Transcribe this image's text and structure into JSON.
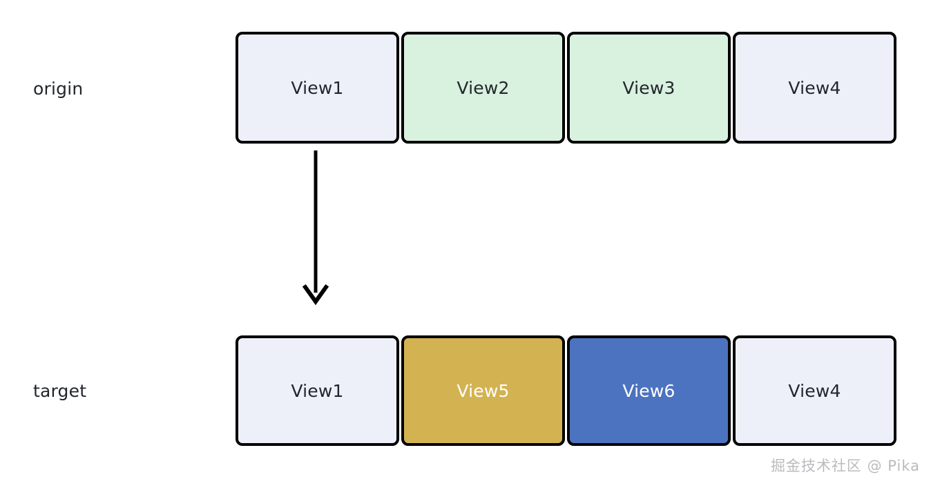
{
  "diagram": {
    "type": "before-after-view-hierarchy",
    "rows": [
      {
        "id": "origin",
        "label": "origin",
        "boxes": [
          {
            "label": "View1",
            "fill": "#edf0f8",
            "text_color": "#22262b",
            "style": "pale"
          },
          {
            "label": "View2",
            "fill": "#d9f1df",
            "text_color": "#22262b",
            "style": "green"
          },
          {
            "label": "View3",
            "fill": "#d9f1df",
            "text_color": "#22262b",
            "style": "green"
          },
          {
            "label": "View4",
            "fill": "#edf0f8",
            "text_color": "#22262b",
            "style": "pale"
          }
        ]
      },
      {
        "id": "target",
        "label": "target",
        "boxes": [
          {
            "label": "View1",
            "fill": "#edf0f8",
            "text_color": "#22262b",
            "style": "pale"
          },
          {
            "label": "View5",
            "fill": "#d3b251",
            "text_color": "#ffffff",
            "style": "gold"
          },
          {
            "label": "View6",
            "fill": "#4c73bf",
            "text_color": "#ffffff",
            "style": "blue"
          },
          {
            "label": "View4",
            "fill": "#edf0f8",
            "text_color": "#22262b",
            "style": "pale"
          }
        ]
      }
    ],
    "arrow": {
      "name": "down-arrow",
      "direction": "down",
      "color": "#000000",
      "from_row": "origin",
      "to_row": "target"
    },
    "colors": {
      "border": "#000000",
      "background": "#ffffff",
      "pale": "#edf0f8",
      "green": "#d9f1df",
      "gold": "#d3b251",
      "blue": "#4c73bf",
      "watermark": "#b9bbbe"
    }
  },
  "watermark": {
    "text": "掘金技术社区 @ Pika"
  }
}
